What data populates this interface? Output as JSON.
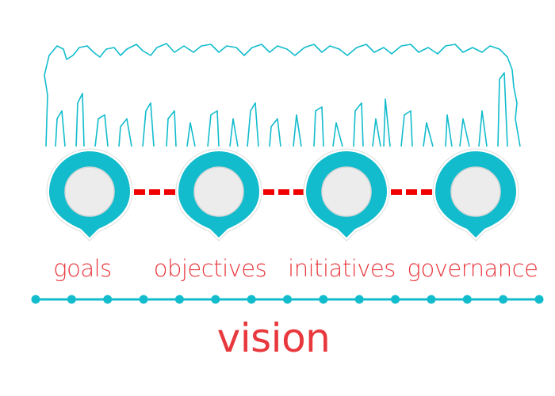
{
  "colors": {
    "teal": "#12bccd",
    "red": "#e8383d",
    "dash": "#f00000",
    "inner": "#ececec"
  },
  "steps": [
    {
      "label": "goals"
    },
    {
      "label": "objectives"
    },
    {
      "label": "initiatives"
    },
    {
      "label": "governance"
    }
  ],
  "footer": {
    "label": "vision"
  },
  "timeline": {
    "dot_count": 15
  }
}
